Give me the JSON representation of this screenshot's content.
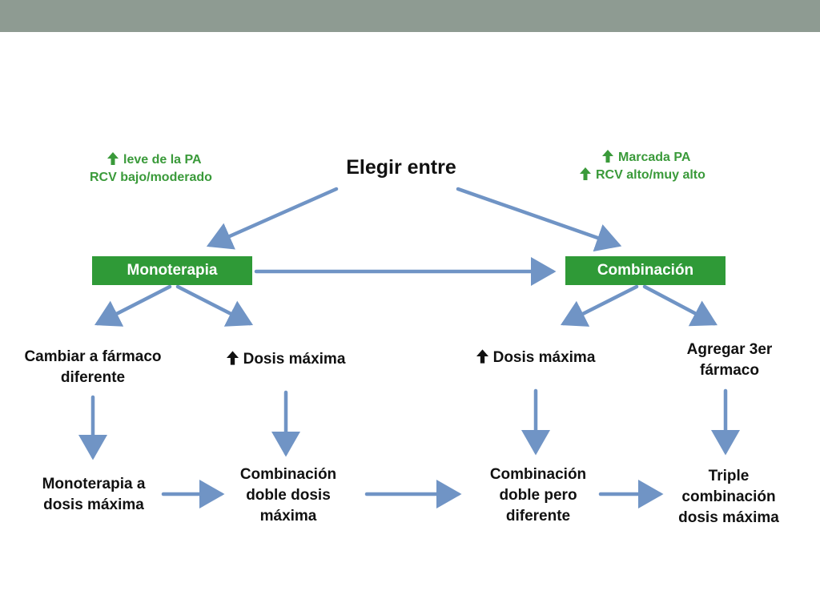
{
  "title": "Elegir entre",
  "left_note": {
    "line1": "leve de la PA",
    "line2": "RCV bajo/moderado"
  },
  "right_note": {
    "line1": "Marcada PA",
    "line2": "RCV alto/muy alto"
  },
  "boxes": {
    "mono": "Monoterapia",
    "combo": "Combinación"
  },
  "nodes": {
    "cambiar": [
      "Cambiar a fármaco",
      "diferente"
    ],
    "dosis_left": "Dosis máxima",
    "dosis_right": "Dosis máxima",
    "agregar": [
      "Agregar 3er",
      "fármaco"
    ],
    "mono_max": [
      "Monoterapia a",
      "dosis máxima"
    ],
    "comb_doble": [
      "Combinación",
      "doble dosis",
      "máxima"
    ],
    "comb_dif": [
      "Combinación",
      "doble pero",
      "diferente"
    ],
    "triple": [
      "Triple",
      "combinación",
      "dosis máxima"
    ]
  },
  "colors": {
    "arrow": "#7094c5",
    "green_box": "#2f9a37",
    "green_text": "#3a9a3a",
    "header_bar": "#8e9b92"
  }
}
